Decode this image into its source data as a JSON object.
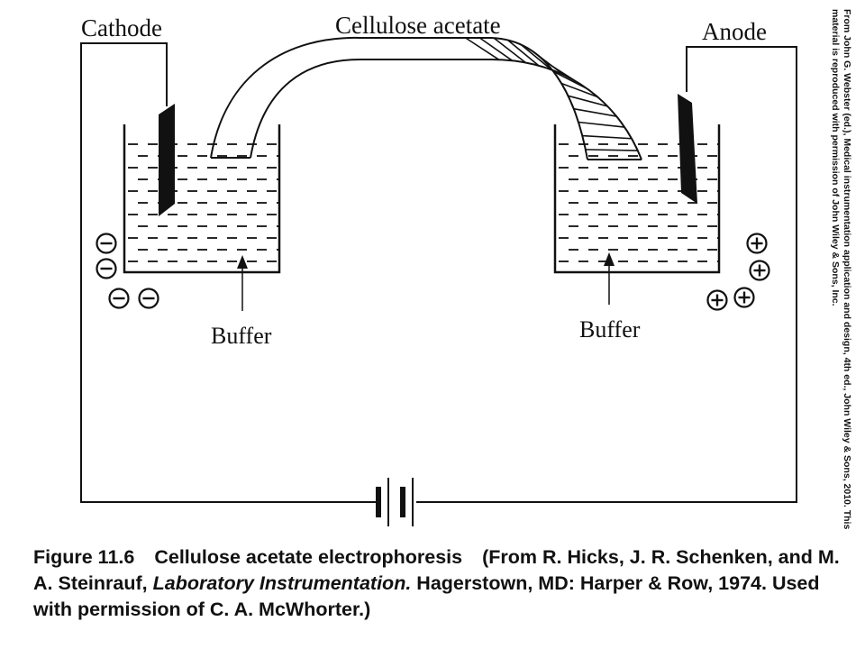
{
  "diagram": {
    "labels": {
      "cathode": "Cathode",
      "anode": "Anode",
      "strip": "Cellulose acetate",
      "buffer_left": "Buffer",
      "buffer_right": "Buffer"
    },
    "charges": {
      "negative_symbol": "−",
      "positive_symbol": "+"
    }
  },
  "caption": {
    "figure_number": "Figure 11.6",
    "title": "Cellulose acetate electrophoresis",
    "source_prefix": "(From R. Hicks, J. R. Schenken, and M. A. Steinrauf, ",
    "source_book": "Laboratory Instrumentation.",
    "source_suffix": " Hagerstown, MD: Harper & Row, 1974. Used with permission of C. A. McWhorter.)"
  },
  "credit": {
    "line1": "From John G. Webster (ed.), Medical instrumentation application and design, 4th ed., John Wiley & Sons, 2010. This",
    "line2": "material is reproduced with permission of John Wiley & Sons, Inc."
  }
}
